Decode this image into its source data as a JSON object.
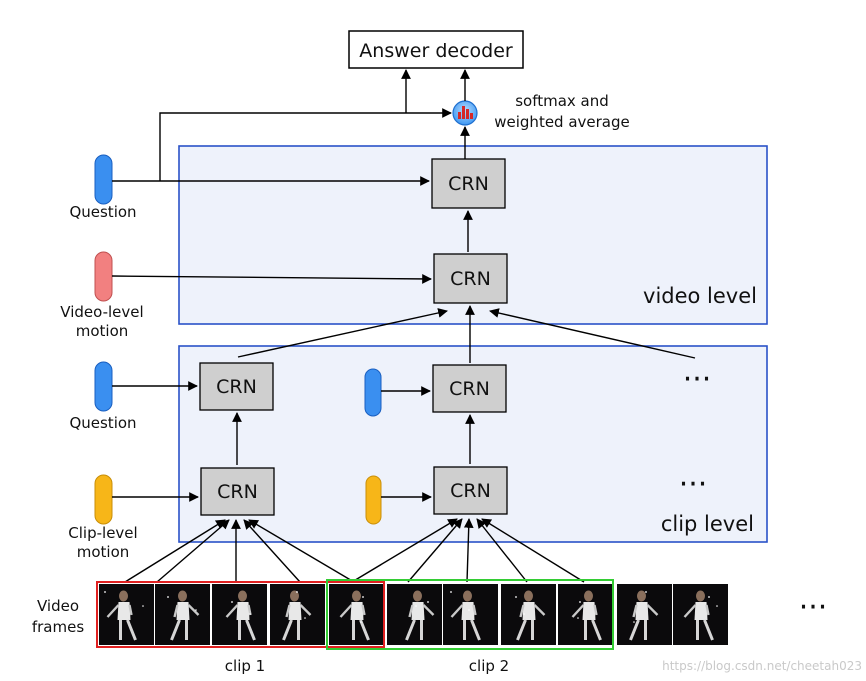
{
  "decoder": {
    "label": "Answer decoder"
  },
  "softmax": {
    "line1": "softmax and",
    "line2": "weighted average"
  },
  "blocks": {
    "crn_label": "CRN"
  },
  "levels": {
    "video": "video level",
    "clip": "clip level"
  },
  "inputs": {
    "question_top": "Question",
    "video_motion_line1": "Video-level",
    "video_motion_line2": "motion",
    "question_mid": "Question",
    "clip_motion_line1": "Clip-level",
    "clip_motion_line2": "motion"
  },
  "frames": {
    "label_line1": "Video",
    "label_line2": "frames"
  },
  "clips": {
    "clip1": "clip 1",
    "clip2": "clip 2"
  },
  "ellipsis": "···",
  "watermark": "https://blog.csdn.net/cheetah023",
  "colors": {
    "question": "#3a8ff0",
    "video_motion": "#f28080",
    "clip_motion": "#f7b618",
    "frame_box_1": "#e02020",
    "frame_box_2": "#33cc33",
    "level_border": "#2a52c8",
    "level_fill": "#eef2fb",
    "crn_fill": "#cfcfcf"
  }
}
